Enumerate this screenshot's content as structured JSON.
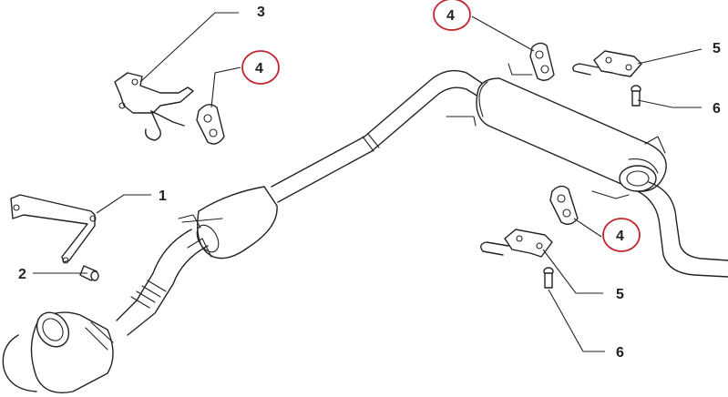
{
  "callouts": [
    {
      "id": "c1",
      "text": "1",
      "highlighted": false
    },
    {
      "id": "c2",
      "text": "2",
      "highlighted": false
    },
    {
      "id": "c3",
      "text": "3",
      "highlighted": false
    },
    {
      "id": "c4a",
      "text": "4",
      "highlighted": true
    },
    {
      "id": "c4b",
      "text": "4",
      "highlighted": true
    },
    {
      "id": "c4c",
      "text": "4",
      "highlighted": true
    },
    {
      "id": "c5a",
      "text": "5",
      "highlighted": false
    },
    {
      "id": "c5b",
      "text": "5",
      "highlighted": false
    },
    {
      "id": "c6a",
      "text": "6",
      "highlighted": false
    },
    {
      "id": "c6b",
      "text": "6",
      "highlighted": false
    }
  ],
  "colors": {
    "line": "#222222",
    "highlight_circle": "#c0262d",
    "background": "#ffffff"
  }
}
